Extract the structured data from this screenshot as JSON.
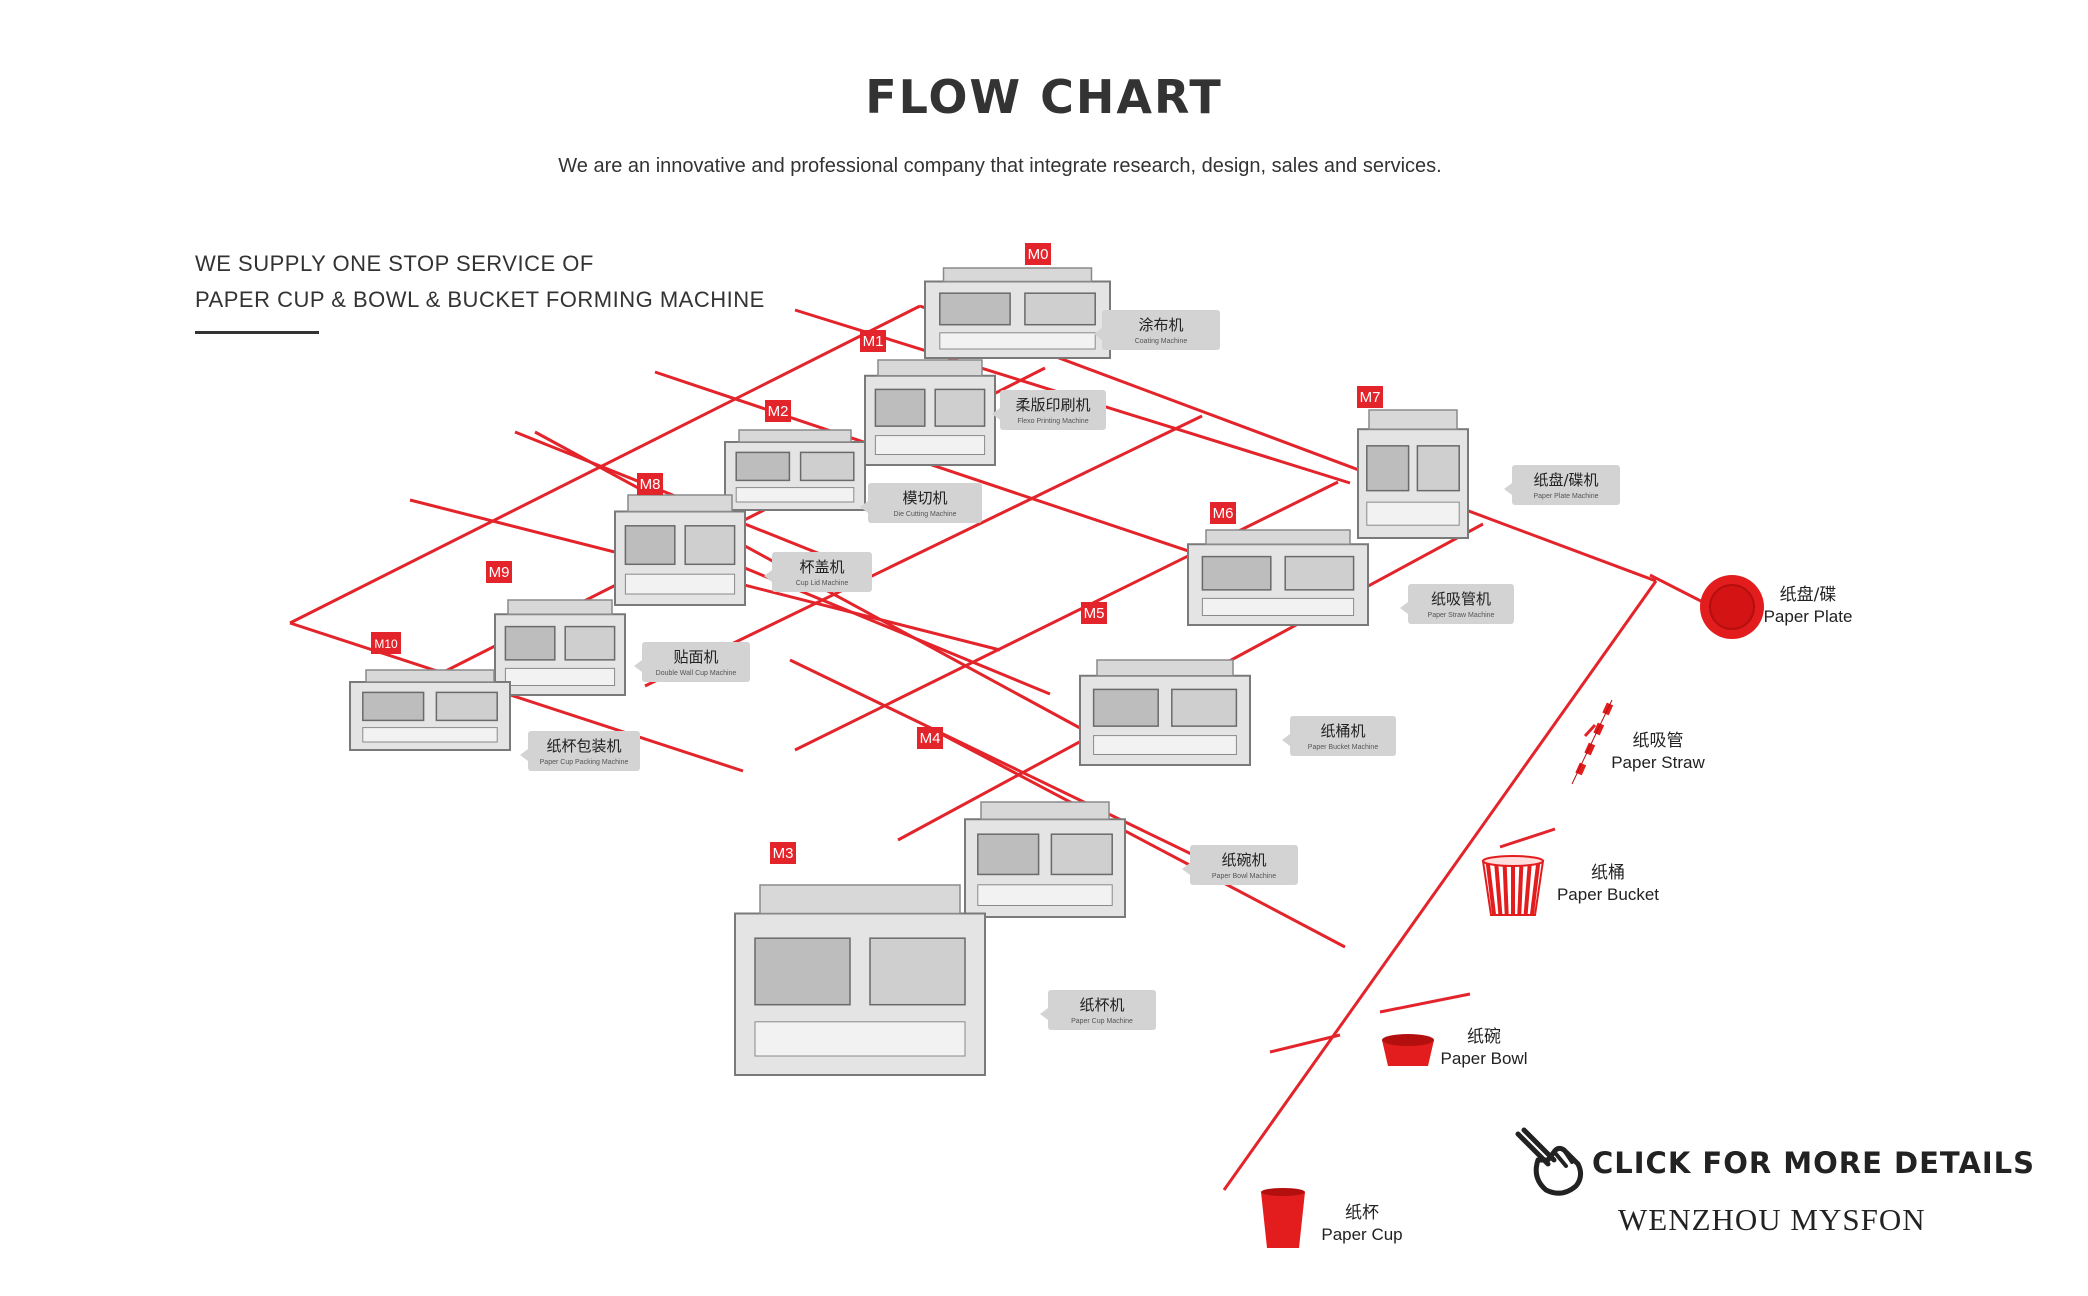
{
  "header": {
    "title": "FLOW CHART",
    "subtitle": "We are an innovative and professional company that integrate research, design, sales and services."
  },
  "intro": {
    "line1": "WE SUPPLY ONE STOP SERVICE OF",
    "line2": "PAPER CUP & BOWL & BUCKET FORMING MACHINE"
  },
  "colors": {
    "grid": "#e3242b",
    "label_bg": "#d3d3d3",
    "badge": "#e3242b",
    "machine": "#9a9a9a"
  },
  "machines": [
    {
      "code": "M0",
      "cn": "涂布机",
      "en": "Coating Machine"
    },
    {
      "code": "M1",
      "cn": "柔版印刷机",
      "en": "Flexo Printing Machine"
    },
    {
      "code": "M2",
      "cn": "模切机",
      "en": "Die Cutting Machine"
    },
    {
      "code": "M7",
      "cn": "纸盘/碟机",
      "en": "Paper Plate Machine"
    },
    {
      "code": "M6",
      "cn": "纸吸管机",
      "en": "Paper Straw Machine"
    },
    {
      "code": "M8",
      "cn": "杯盖机",
      "en": "Cup Lid Machine"
    },
    {
      "code": "M9",
      "cn": "贴面机",
      "en": "Double Wall Cup Machine"
    },
    {
      "code": "M5",
      "cn": "纸桶机",
      "en": "Paper Bucket Machine"
    },
    {
      "code": "M10",
      "cn": "纸杯包装机",
      "en": "Paper Cup Packing Machine"
    },
    {
      "code": "M4",
      "cn": "纸碗机",
      "en": "Paper Bowl Machine"
    },
    {
      "code": "M3",
      "cn": "纸杯机",
      "en": "Paper Cup Machine"
    }
  ],
  "products": [
    {
      "cn": "纸盘/碟",
      "en": "Paper Plate",
      "icon": "plate-icon"
    },
    {
      "cn": "纸吸管",
      "en": "Paper Straw",
      "icon": "straw-icon"
    },
    {
      "cn": "纸桶",
      "en": "Paper Bucket",
      "icon": "bucket-icon"
    },
    {
      "cn": "纸碗",
      "en": "Paper Bowl",
      "icon": "bowl-icon"
    },
    {
      "cn": "纸杯",
      "en": "Paper Cup",
      "icon": "cup-icon"
    }
  ],
  "cta": {
    "label": "CLICK FOR MORE DETAILS",
    "brand": "WENZHOU MYSFON",
    "icon": "pointing-hand-icon"
  }
}
